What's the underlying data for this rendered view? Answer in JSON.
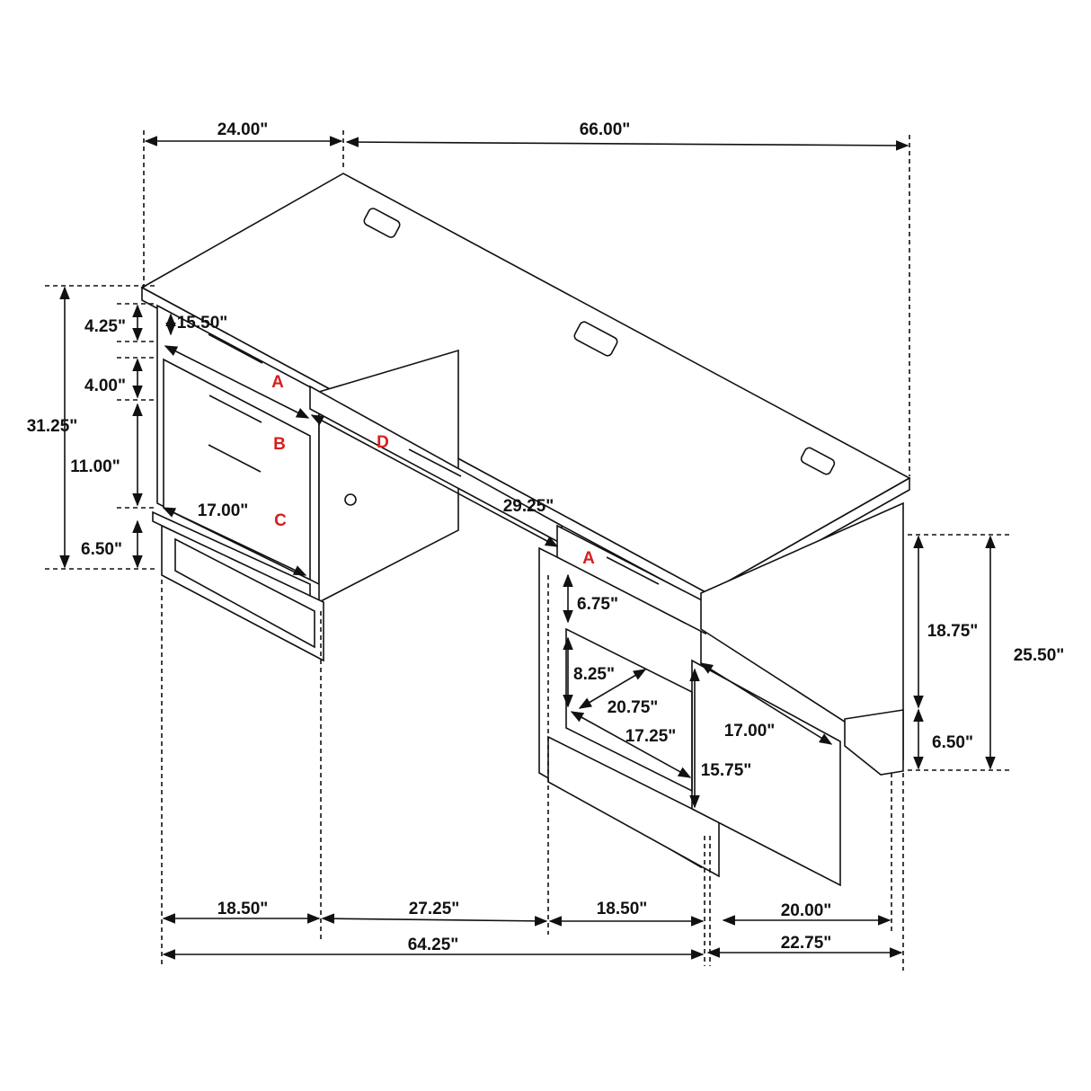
{
  "title": "Desk dimension diagram",
  "colors": {
    "line": "#111111",
    "drawer_label": "#d81e1e"
  },
  "dimensions": {
    "top_depth": "24.00\"",
    "top_width": "66.00\"",
    "overall_height": "31.25\"",
    "top_drawer_height": "4.25\"",
    "top_drawer_depth": "15.50\"",
    "drawer_b_height": "4.00\"",
    "drawer_c_height": "11.00\"",
    "drawer_c_depth": "17.00\"",
    "left_base_height": "6.50\"",
    "drawer_d_width": "29.25\"",
    "right_drawer_height": "6.75\"",
    "shelf_height": "8.25\"",
    "shelf_width": "20.75\"",
    "shelf_depth": "17.25\"",
    "door_width": "17.00\"",
    "door_height": "15.75\"",
    "right_cabinet_height": "18.75\"",
    "right_overall_height": "25.50\"",
    "right_base_height": "6.50\"",
    "left_pedestal_width": "18.50\"",
    "kneehole_width": "27.25\"",
    "right_pedestal_width": "18.50\"",
    "return_depth": "20.00\"",
    "base_length": "64.25\"",
    "overall_return_depth": "22.75\""
  },
  "drawer_labels": {
    "a_left": "A",
    "b": "B",
    "c": "C",
    "d": "D",
    "a_right": "A"
  }
}
